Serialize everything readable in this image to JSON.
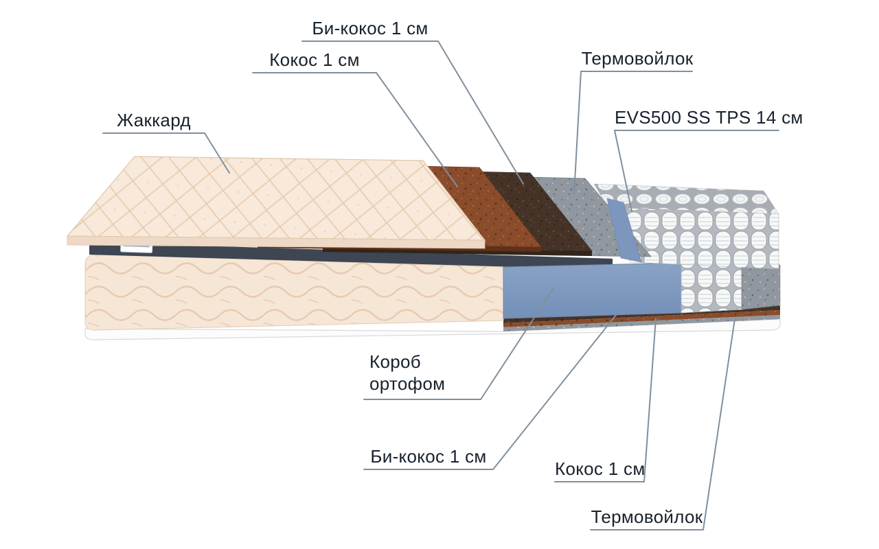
{
  "diagram": {
    "labels": {
      "jacquard": "Жаккард",
      "coconut_top": "Кокос 1 см",
      "bicoconut_top": "Би-кокос 1 см",
      "thermofelt_top": "Термовойлок",
      "spring_unit": "EVS500 SS TPS 14 см",
      "foam_box": "Короб\nортофом",
      "bicoconut_bottom": "Би-кокос 1 см",
      "coconut_bottom": "Кокос 1 см",
      "thermofelt_bottom": "Термовойлок"
    },
    "colors": {
      "background": "#ffffff",
      "label_text": "#17222e",
      "leader_line": "#7f8f9e",
      "jacquard_fabric": "#f7e8d9",
      "coconut": "#8a4c2b",
      "bicoconut": "#463327",
      "thermofelt": "#90979e",
      "foam_box": "#7d96bd",
      "edge_band": "#3d4652",
      "springs": "#f4f5f6"
    }
  }
}
